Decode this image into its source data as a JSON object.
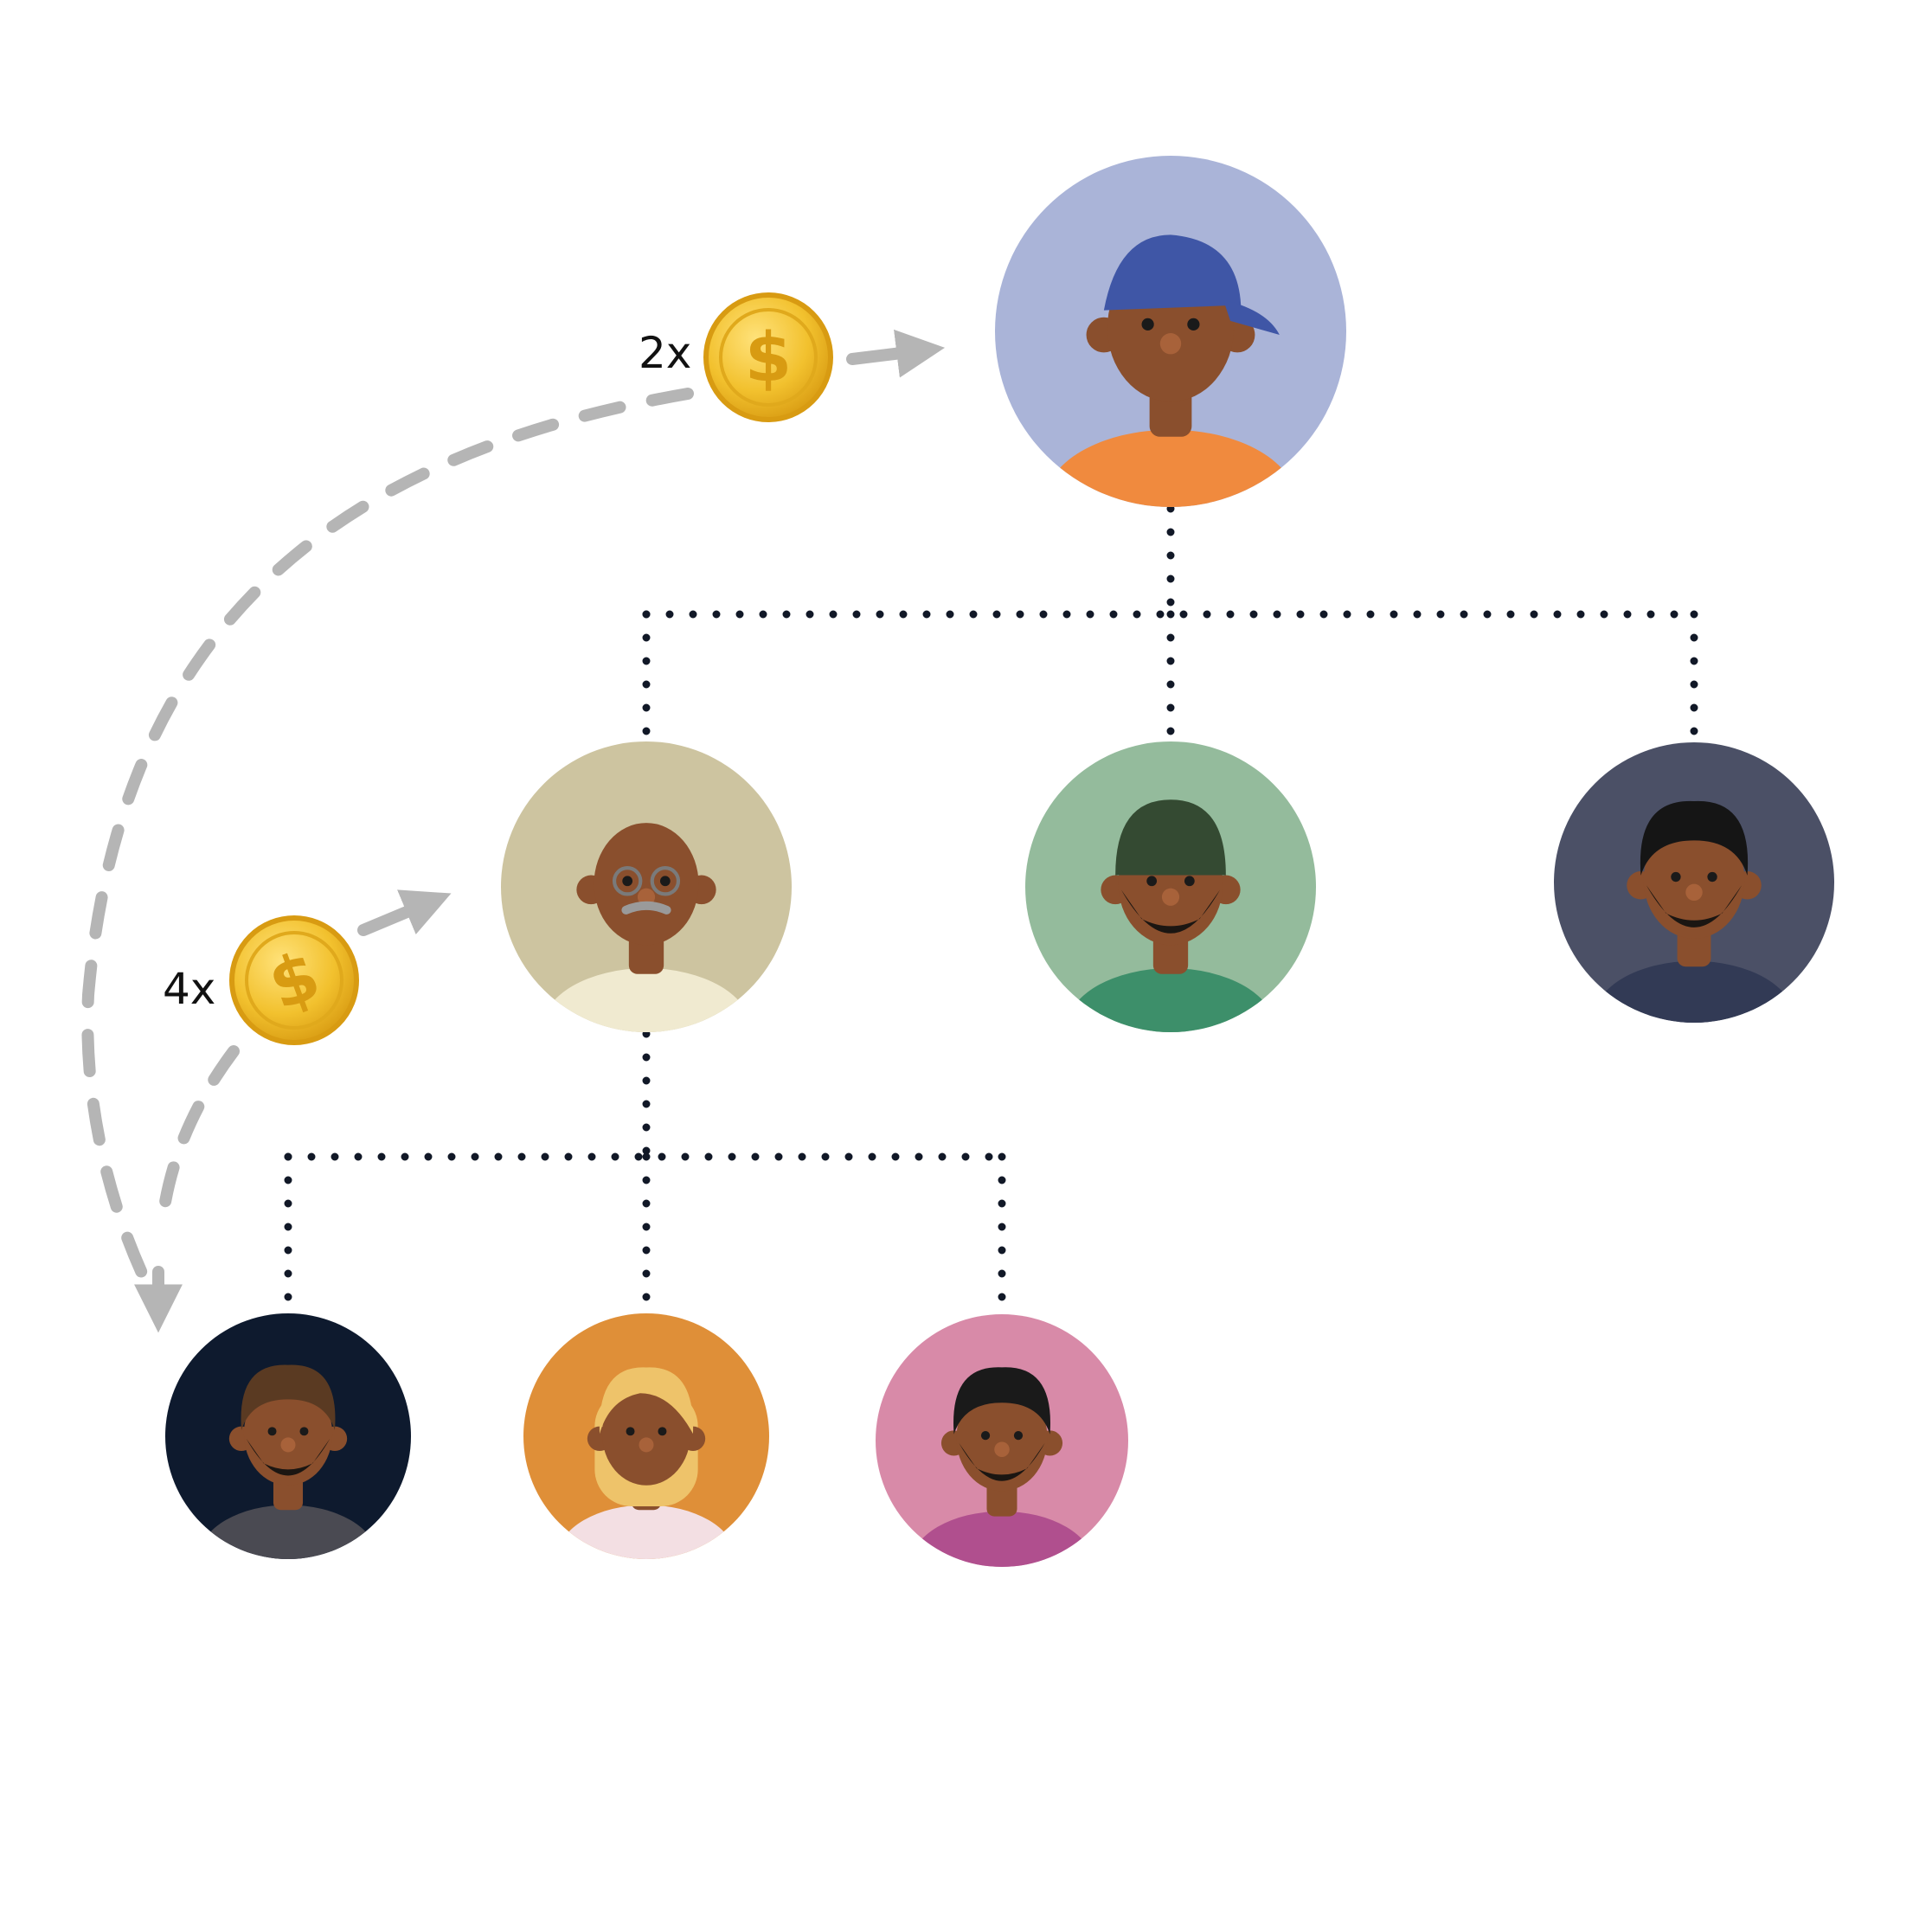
{
  "labels": {
    "top_multiplier": "2x",
    "mid_multiplier": "4x"
  },
  "colors": {
    "connector": "#111827",
    "flow_arrow": "#b5b5b5",
    "coin": "#f2c12e",
    "coin_dark": "#d89b12",
    "skin": "#8a4f2d"
  },
  "avatars": [
    {
      "id": "top-avatar",
      "level": 0,
      "bg": "#aab4d8",
      "shirt": "#f08a3e",
      "headwear": "cap",
      "headwear_color": "#3f56a6",
      "beard": false
    },
    {
      "id": "mid-avatar-1",
      "level": 1,
      "bg": "#cdc4a0",
      "shirt": "#f0ead0",
      "headwear": "bald-glasses",
      "headwear_color": "#7a7a7a",
      "beard": false
    },
    {
      "id": "mid-avatar-2",
      "level": 1,
      "bg": "#94bb9c",
      "shirt": "#3d8f6a",
      "headwear": "beanie",
      "headwear_color": "#344a32",
      "beard": true
    },
    {
      "id": "mid-avatar-3",
      "level": 1,
      "bg": "#4b5066",
      "shirt": "#323a55",
      "headwear": "hair",
      "headwear_color": "#151515",
      "beard": true
    },
    {
      "id": "bottom-avatar-1",
      "level": 2,
      "bg": "#0e1a2e",
      "shirt": "#4a4a52",
      "headwear": "hair",
      "headwear_color": "#5a3a22",
      "beard": true
    },
    {
      "id": "bottom-avatar-2",
      "level": 2,
      "bg": "#df8f38",
      "shirt": "#f3dfe3",
      "headwear": "long-hair",
      "headwear_color": "#eec36a",
      "beard": false
    },
    {
      "id": "bottom-avatar-3",
      "level": 2,
      "bg": "#d88aa8",
      "shirt": "#b04f8e",
      "headwear": "curly-hair",
      "headwear_color": "#1a1a1a",
      "beard": true
    }
  ]
}
